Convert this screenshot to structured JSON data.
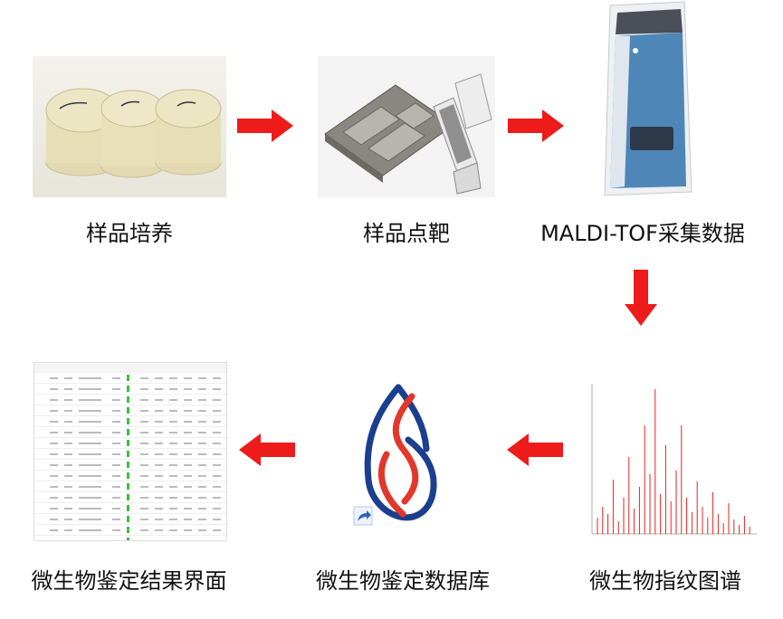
{
  "steps": {
    "culture": "样品培养",
    "target": "样品点靶",
    "acquire": "MALDI-TOF采集数据",
    "fingerprint": "微生物指纹图谱",
    "database": "微生物鉴定数据库",
    "result": "微生物鉴定结果界面"
  },
  "colors": {
    "arrow": "#ee1b1b",
    "logo_blue": "#1b3f8f",
    "logo_red": "#e2372b",
    "spectrum": "#e8221e"
  }
}
